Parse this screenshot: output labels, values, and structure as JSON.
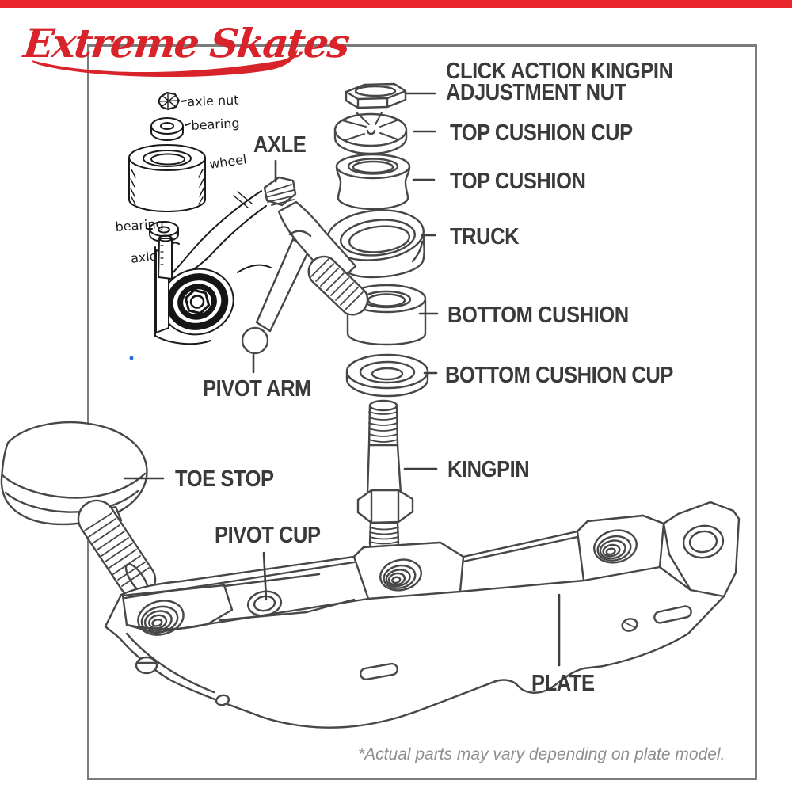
{
  "brand": {
    "logo_text": "Extreme Skates",
    "top_bar_color": "#e8252a",
    "logo_color": "#d8232a"
  },
  "colors": {
    "diagram_line": "#474747",
    "label_text": "#3a3a3a",
    "footer_text": "#8f8f8f",
    "frame_border": "#7b7b7b",
    "inset_line": "#1b1b1b",
    "inset_blue_dot": "#2a6bd4"
  },
  "parts": {
    "adjustment_nut": {
      "line1": "CLICK ACTION KINGPIN",
      "line2": "ADJUSTMENT NUT"
    },
    "top_cushion_cup": {
      "label": "TOP CUSHION CUP"
    },
    "top_cushion": {
      "label": "TOP CUSHION"
    },
    "truck": {
      "label": "TRUCK"
    },
    "bottom_cushion": {
      "label": "BOTTOM CUSHION"
    },
    "bottom_cushion_cup": {
      "label": "BOTTOM CUSHION CUP"
    },
    "kingpin": {
      "label": "KINGPIN"
    },
    "axle": {
      "label": "AXLE"
    },
    "pivot_arm": {
      "label": "PIVOT ARM"
    },
    "toe_stop": {
      "label": "TOE STOP"
    },
    "pivot_cup": {
      "label": "PIVOT CUP"
    },
    "plate": {
      "label": "PLATE"
    }
  },
  "inset": {
    "axle_nut": "axle nut",
    "bearing_top": "bearing",
    "wheel": "wheel",
    "bearing_bottom": "bearing",
    "axle": "axle"
  },
  "footer": {
    "note": "*Actual parts may vary depending on plate model."
  }
}
